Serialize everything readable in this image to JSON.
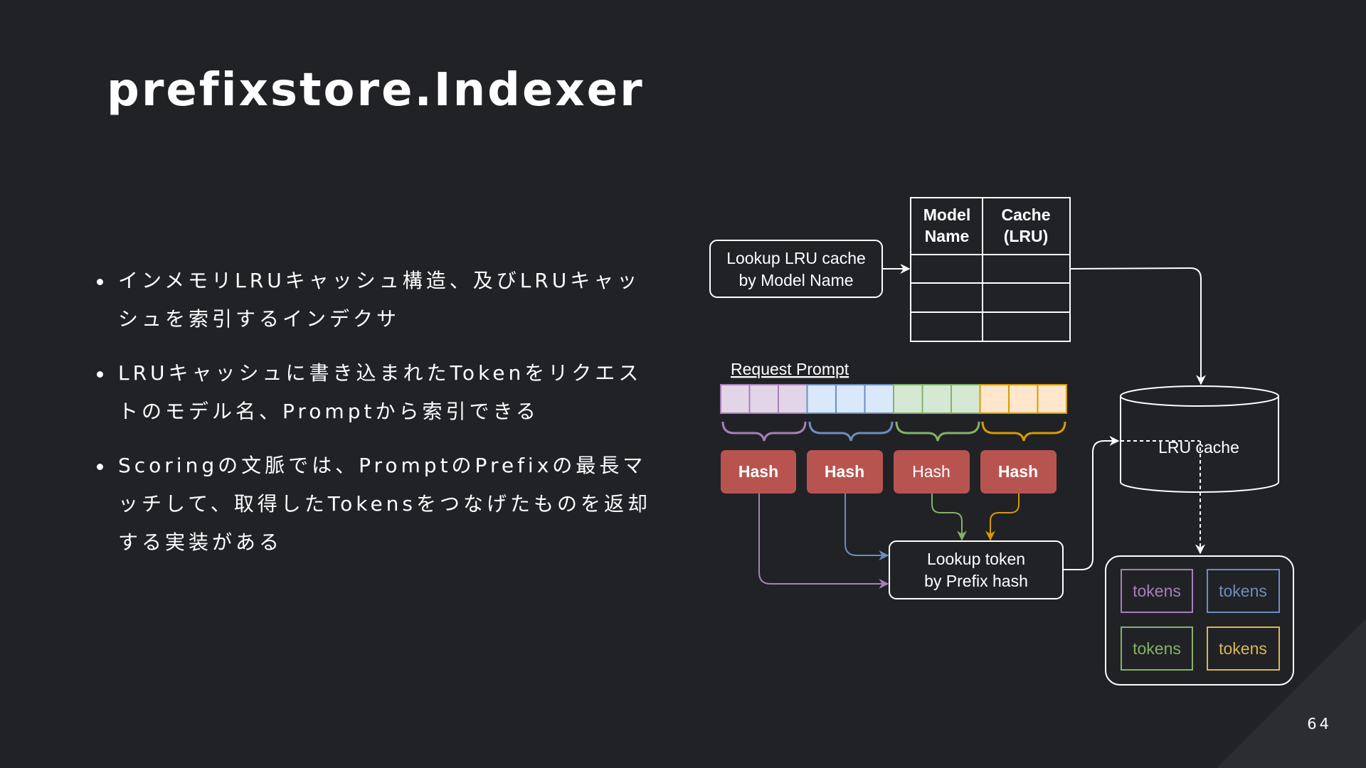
{
  "slide": {
    "title": "prefixstore.Indexer",
    "page_number": "64",
    "bullets": [
      "インメモリLRUキャッシュ構造、及びLRUキャッシュを索引するインデクサ",
      "LRUキャッシュに書き込まれたTokenをリクエストのモデル名、Promptから索引できる",
      "Scoringの文脈では、PromptのPrefixの最長マッチして、取得したTokensをつなげたものを返却する実装がある"
    ]
  },
  "diagram": {
    "lookup_model": {
      "line1": "Lookup LRU cache",
      "line2": "by Model Name"
    },
    "table": {
      "col1_line1": "Model",
      "col1_line2": "Name",
      "col2_line1": "Cache",
      "col2_line2": "(LRU)"
    },
    "request_prompt": "Request Prompt",
    "hash_label": "Hash",
    "lookup_token": {
      "line1": "Lookup token",
      "line2": "by Prefix hash"
    },
    "lru_cache": "LRU cache",
    "tokens_label": "tokens",
    "colors": {
      "purple": "#a680b8",
      "purple_fill": "#e1d5e7",
      "blue": "#6c8ebf",
      "blue_fill": "#dae8fc",
      "green": "#82b366",
      "green_fill": "#d5e8d4",
      "orange": "#d79b00",
      "orange_fill": "#ffe6cc",
      "hash_red": "#b85450",
      "tokens_yellow": "#d6b656"
    }
  }
}
